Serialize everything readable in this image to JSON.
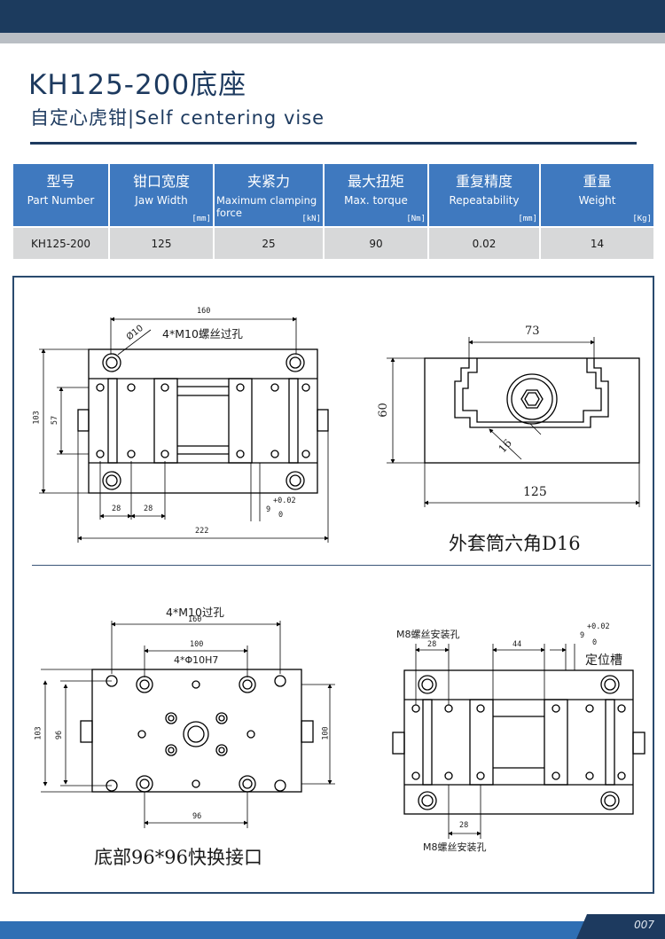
{
  "header": {
    "title": "KH125-200底座",
    "subtitle": "自定心虎钳|Self centering vise"
  },
  "table": {
    "columns": [
      {
        "zh": "型号",
        "en": "Part Number",
        "unit": ""
      },
      {
        "zh": "钳口宽度",
        "en": "Jaw Width",
        "unit": "[mm]"
      },
      {
        "zh": "夹紧力",
        "en": "Maximum clamping force",
        "unit": "[kN]"
      },
      {
        "zh": "最大扭矩",
        "en": "Max. torque",
        "unit": "[Nm]"
      },
      {
        "zh": "重复精度",
        "en": "Repeatability",
        "unit": "[mm]"
      },
      {
        "zh": "重量",
        "en": "Weight",
        "unit": "[Kg]"
      }
    ],
    "rows": [
      [
        "KH125-200",
        "125",
        "25",
        "90",
        "0.02",
        "14"
      ]
    ]
  },
  "drawings": {
    "top_view": {
      "dim_160": "160",
      "hole_dia": "Ø10",
      "hole_label": "4*M10螺丝过孔",
      "dim_103": "103",
      "dim_57": "57",
      "dim_28a": "28",
      "dim_28b": "28",
      "dim_9": "9",
      "tol_upper": "+0.02",
      "tol_lower": "0",
      "dim_222": "222"
    },
    "side_view": {
      "dim_73": "73",
      "dim_60": "60",
      "dim_16": "16",
      "dim_125": "125",
      "caption": "外套筒六角D16"
    },
    "bottom_view": {
      "hole_label": "4*M10过孔",
      "dim_160": "160",
      "dim_100": "100",
      "pin_label": "4*Φ10H7",
      "dim_103": "103",
      "dim_96v": "96",
      "dim_100v": "100",
      "dim_96h": "96",
      "caption": "底部96*96快换接口"
    },
    "mount_view": {
      "m8_top": "M8螺丝安装孔",
      "dim_28": "28",
      "dim_44": "44",
      "dim_9": "9",
      "tol_upper": "+0.02",
      "tol_lower": "0",
      "slot_label": "定位槽",
      "dim_28b": "28",
      "m8_bottom": "M8螺丝安装孔"
    }
  },
  "footer": {
    "page": "007"
  }
}
